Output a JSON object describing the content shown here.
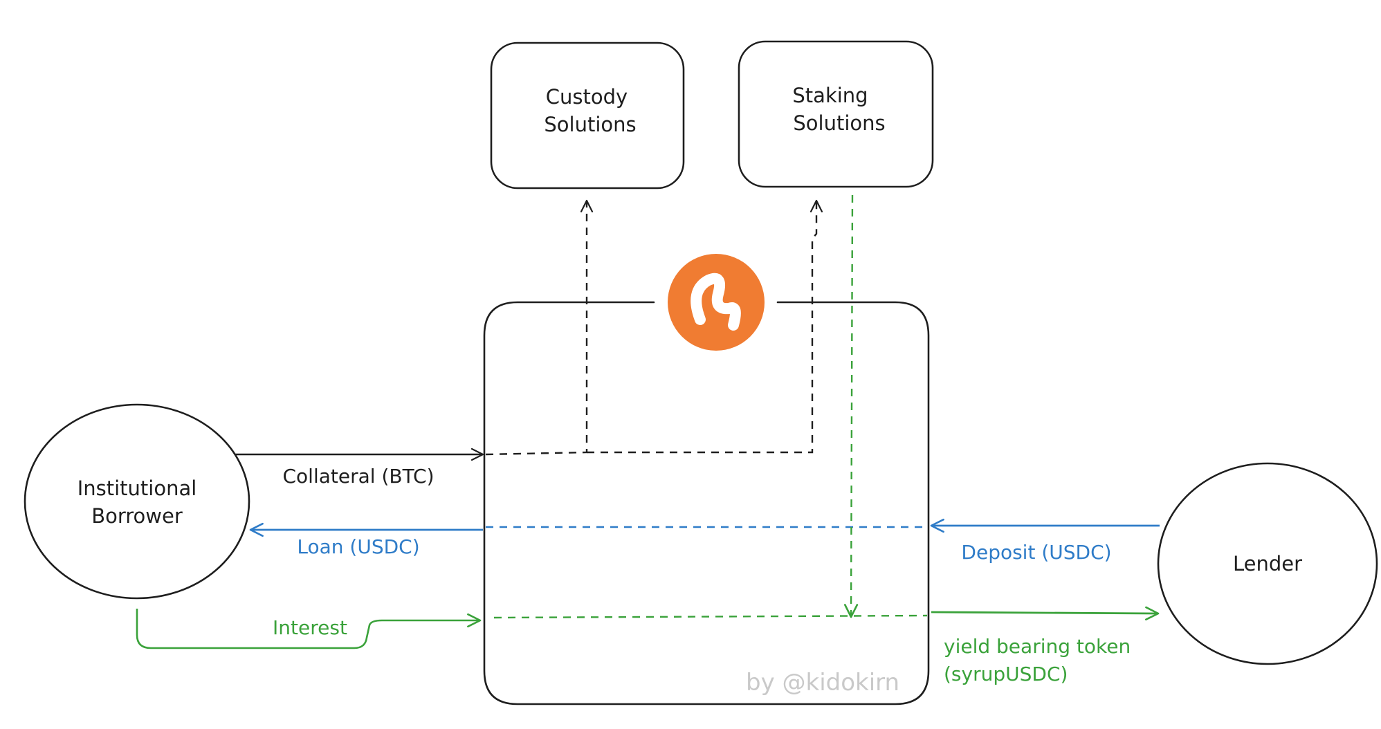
{
  "diagram": {
    "nodes": {
      "custody": {
        "lines": [
          "Custody",
          "Solutions"
        ]
      },
      "staking": {
        "lines": [
          "Staking",
          "Solutions"
        ]
      },
      "borrower": {
        "lines": [
          "Institutional",
          "Borrower"
        ]
      },
      "lender": {
        "label": "Lender"
      }
    },
    "edges": {
      "collateral": "Collateral (BTC)",
      "loan": "Loan (USDC)",
      "interest": "Interest",
      "deposit": "Deposit (USDC)",
      "yield_line1": "yield bearing token",
      "yield_line2": "(syrupUSDC)"
    },
    "watermark": "by @kidokirn",
    "logo": {
      "icon": "maple-logo-icon",
      "color": "#f07c32"
    },
    "colors": {
      "ink": "#1e1e1e",
      "blue": "#2f7cc8",
      "green": "#3aa23a",
      "watermark": "#c9c9c9"
    }
  }
}
